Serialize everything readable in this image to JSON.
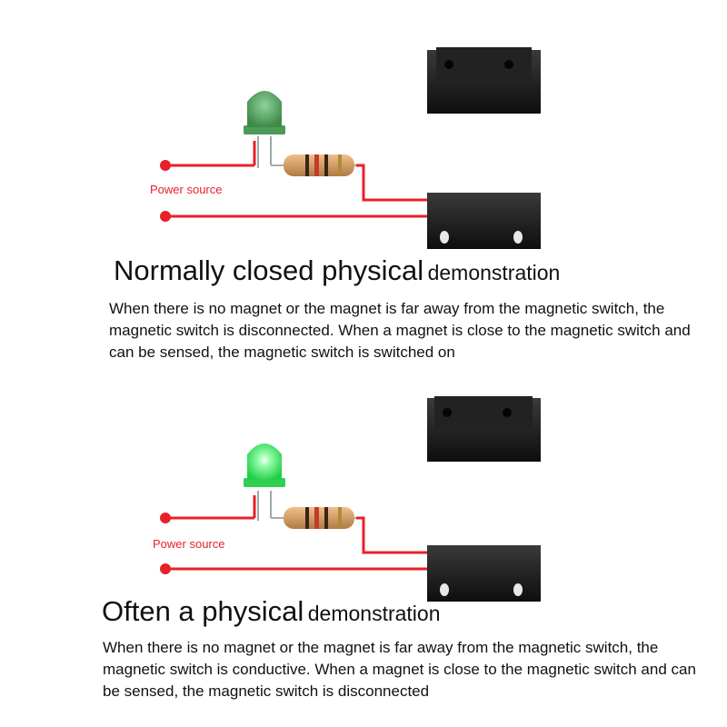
{
  "colors": {
    "wire": "#e8202a",
    "switch_body": "#1c1c1c",
    "led_off": "#5aa864",
    "led_on": "#2fe05a",
    "resistor": "#d49a5c"
  },
  "normally_closed": {
    "power_label": "Power source",
    "title_main": "Normally closed  physical",
    "title_sub": "demonstration",
    "description": "When there is no magnet or the magnet is far away from the magnetic switch, the magnetic switch is disconnected. When a magnet is close to the magnetic switch and can be sensed, the magnetic switch is switched on",
    "led_state": "off"
  },
  "normally_open": {
    "power_label": "Power source",
    "title_main": "Often a physical",
    "title_sub": "demonstration",
    "description": "When there is no magnet or the magnet is far away from the magnetic switch, the magnetic switch is conductive. When a magnet is close to the magnetic switch and can be sensed, the magnetic switch is disconnected",
    "led_state": "on"
  }
}
